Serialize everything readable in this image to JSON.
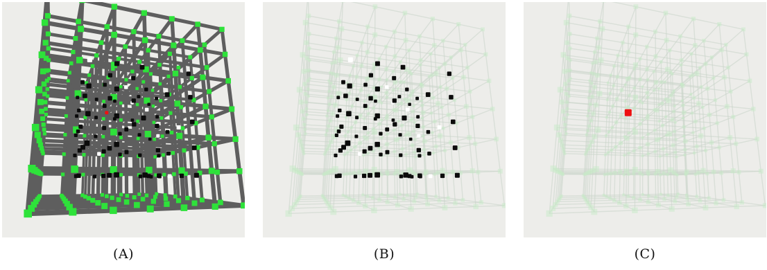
{
  "panels": [
    {
      "id": "a",
      "caption": "(A)",
      "lattice": "opaque",
      "show_black_cubes": true,
      "show_red_cube": true
    },
    {
      "id": "b",
      "caption": "(B)",
      "lattice": "faded",
      "show_black_cubes": true,
      "show_red_cube": false
    },
    {
      "id": "c",
      "caption": "(C)",
      "lattice": "faded",
      "show_black_cubes": false,
      "show_red_cube": true
    }
  ],
  "colors": {
    "background": "#ededea",
    "rod_opaque": "#5e5e5e",
    "node_green": "#2ee23a",
    "rod_faded": "#c9d3c9",
    "node_faded": "#c8ecc8",
    "black_cube": "#0b0b0b",
    "red_cube": "#ee1111"
  }
}
